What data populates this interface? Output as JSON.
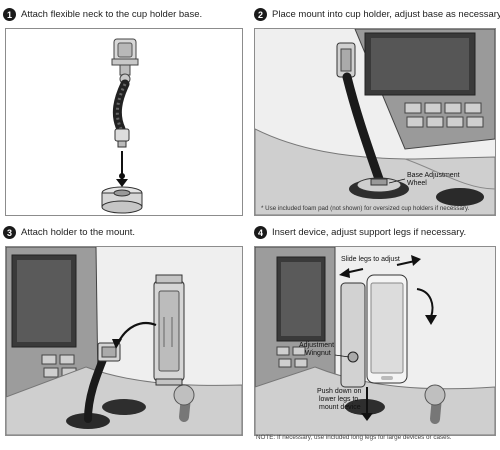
{
  "steps": [
    {
      "number": "1",
      "text": "Attach flexible neck to the cup holder base."
    },
    {
      "number": "2",
      "text": "Place mount into cup holder, adjust base as necessary.",
      "callouts": {
        "base_adjustment_line1": "Base Adjustment",
        "base_adjustment_line2": "Wheel"
      },
      "footnote": "* Use included foam pad (not shown) for oversized cup holders if necessary."
    },
    {
      "number": "3",
      "text": "Attach holder to the mount."
    },
    {
      "number": "4",
      "text": "Insert device, adjust support legs if necessary.",
      "callouts": {
        "slide_legs": "Slide legs to adjust",
        "adjustment_line1": "Adjustment",
        "adjustment_line2": "Wingnut",
        "push_line1": "Push down on",
        "push_line2": "lower legs to",
        "push_line3": "mount device"
      }
    }
  ],
  "note": "NOTE: If necessary, use included long legs for large devices or cases."
}
